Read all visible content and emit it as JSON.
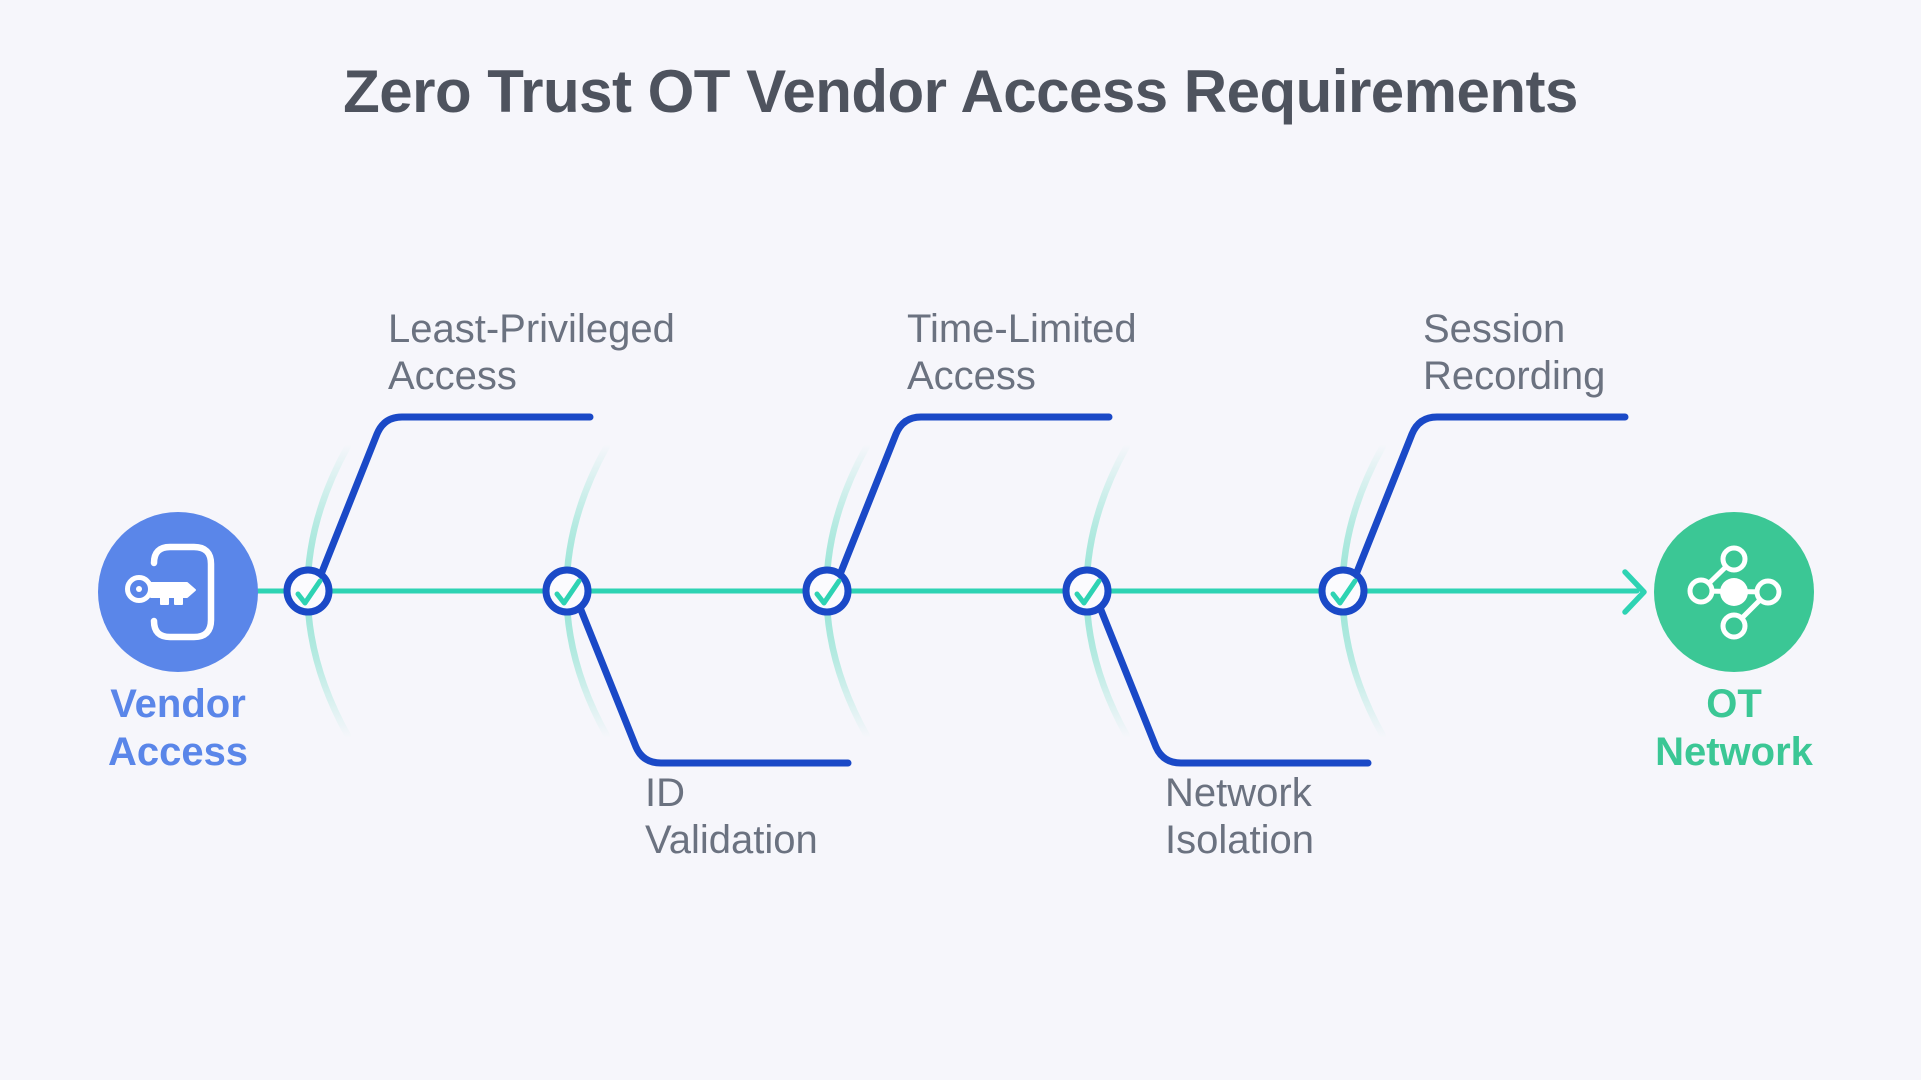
{
  "title": "Zero Trust OT Vendor Access Requirements",
  "flow": {
    "source": {
      "label": "Vendor Access",
      "lines": [
        "Vendor",
        "Access"
      ],
      "icon": "key-door-icon",
      "color": "#5a86e9"
    },
    "destination": {
      "label": "OT Network",
      "lines": [
        "OT",
        "Network"
      ],
      "icon": "network-nodes-icon",
      "color": "#3bc795"
    },
    "steps": [
      {
        "label": "Least-Privileged Access",
        "lines": [
          "Least-Privileged",
          "Access"
        ],
        "label_position": "above",
        "checked": true,
        "icon": "checkmark-icon"
      },
      {
        "label": "ID Validation",
        "lines": [
          "ID",
          "Validation"
        ],
        "label_position": "below",
        "checked": true,
        "icon": "checkmark-icon"
      },
      {
        "label": "Time-Limited Access",
        "lines": [
          "Time-Limited",
          "Access"
        ],
        "label_position": "above",
        "checked": true,
        "icon": "checkmark-icon"
      },
      {
        "label": "Network Isolation",
        "lines": [
          "Network",
          "Isolation"
        ],
        "label_position": "below",
        "checked": true,
        "icon": "checkmark-icon"
      },
      {
        "label": "Session Recording",
        "lines": [
          "Session",
          "Recording"
        ],
        "label_position": "above",
        "checked": true,
        "icon": "checkmark-icon"
      }
    ],
    "direction_icon": "arrow-right-icon"
  },
  "colors": {
    "background": "#f6f6fb",
    "title_text": "#4e535e",
    "step_label_text": "#6b7280",
    "deep_blue": "#1a49c7",
    "flow_teal": "#2ed3b3",
    "ripple_teal": "#7fe0cc",
    "vendor_blue": "#5a86e9",
    "ot_green": "#3bc795",
    "node_fill": "#fbfbfe"
  }
}
